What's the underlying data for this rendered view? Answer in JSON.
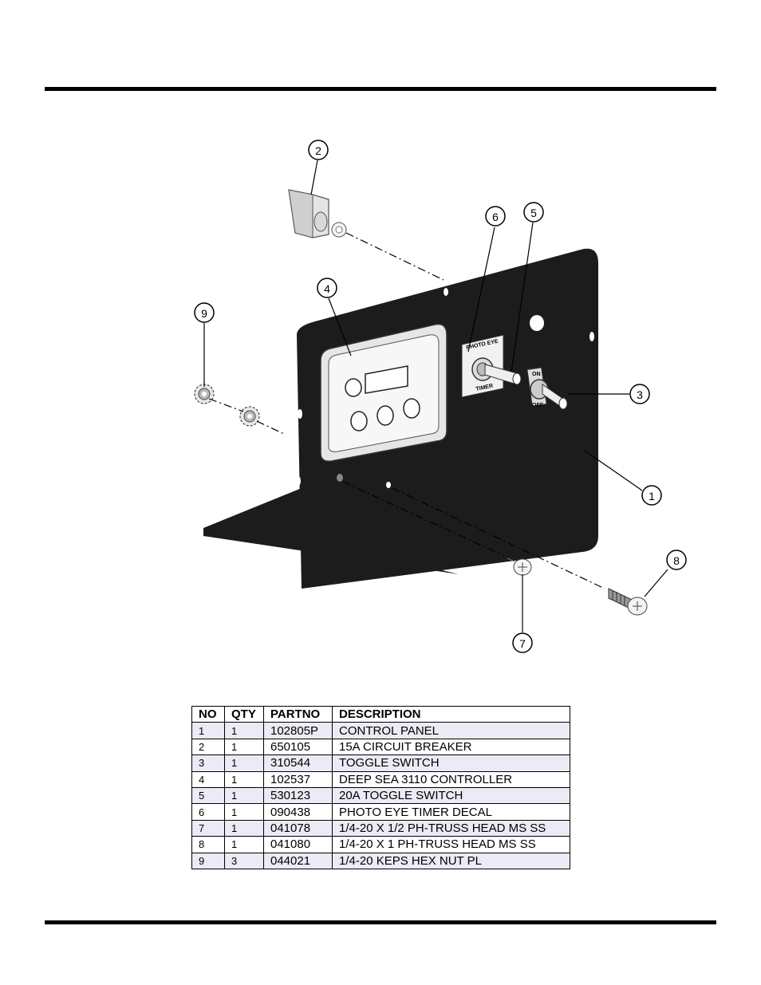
{
  "diagram": {
    "callouts": [
      "1",
      "2",
      "3",
      "4",
      "5",
      "6",
      "7",
      "8",
      "9"
    ],
    "decal": {
      "line1": "PHOTO EYE",
      "line2": "TIMER"
    },
    "switch_labels": {
      "on": "ON",
      "off": "OFF"
    }
  },
  "parts_table": {
    "headers": {
      "no": "NO",
      "qty": "QTY",
      "partno": "PARTNO",
      "description": "DESCRIPTION"
    },
    "rows": [
      {
        "no": "1",
        "qty": "1",
        "partno": "102805P",
        "description": "CONTROL PANEL"
      },
      {
        "no": "2",
        "qty": "1",
        "partno": "650105",
        "description": "15A CIRCUIT BREAKER"
      },
      {
        "no": "3",
        "qty": "1",
        "partno": "310544",
        "description": "TOGGLE SWITCH"
      },
      {
        "no": "4",
        "qty": "1",
        "partno": "102537",
        "description": "DEEP SEA 3110 CONTROLLER"
      },
      {
        "no": "5",
        "qty": "1",
        "partno": "530123",
        "description": "20A TOGGLE SWITCH"
      },
      {
        "no": "6",
        "qty": "1",
        "partno": "090438",
        "description": "PHOTO EYE TIMER DECAL"
      },
      {
        "no": "7",
        "qty": "1",
        "partno": "041078",
        "description": "1/4-20 X 1/2 PH-TRUSS HEAD MS SS"
      },
      {
        "no": "8",
        "qty": "1",
        "partno": "041080",
        "description": "1/4-20 X 1 PH-TRUSS HEAD MS SS"
      },
      {
        "no": "9",
        "qty": "3",
        "partno": "044021",
        "description": "1/4-20 KEPS HEX NUT PL"
      }
    ]
  },
  "colors": {
    "panel": "#1c1c1c",
    "ink": "#000000",
    "table_stripe": "#eceaf4"
  }
}
